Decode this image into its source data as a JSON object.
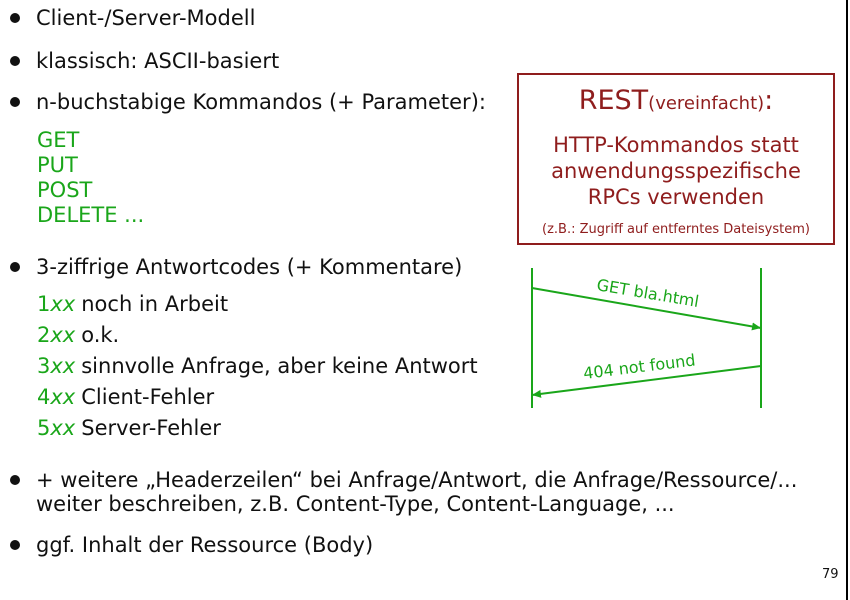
{
  "bullets": [
    "Client-/Server-Modell",
    "klassisch:  ASCII-basiert",
    "n-buchstabige Kommandos (+ Parameter):",
    "3-ziffrige Antwortcodes (+ Kommentare)",
    "+ weitere „Headerzeilen“ bei Anfrage/Antwort, die Anfrage/Ressource/...\nweiter beschreiben, z.B. Content-Type, Content-Language, ...",
    "ggf. Inhalt der Ressource (Body)"
  ],
  "commands": [
    "GET",
    "PUT",
    "POST",
    "DELETE ..."
  ],
  "response_codes": [
    {
      "digit": "1",
      "suffix": "xx",
      "desc": "noch in Arbeit"
    },
    {
      "digit": "2",
      "suffix": "xx",
      "desc": "o.k."
    },
    {
      "digit": "3",
      "suffix": "xx",
      "desc": "sinnvolle Anfrage, aber keine Antwort"
    },
    {
      "digit": "4",
      "suffix": "xx",
      "desc": "Client-Fehler"
    },
    {
      "digit": "5",
      "suffix": "xx",
      "desc": "Server-Fehler"
    }
  ],
  "rest_box": {
    "title": "REST",
    "title_paren": "(vereinfacht)",
    "title_colon": ":",
    "body": "HTTP-Kommandos statt\nanwendungsspezifische\nRPCs verwenden",
    "note": "(z.B.: Zugriff auf entferntes Dateisystem)"
  },
  "sequence": {
    "request": "GET bla.html",
    "response": "404 not found"
  },
  "colors": {
    "green": "#1aa61a",
    "rest_red": "#8f1d1d"
  },
  "page_number": "79"
}
